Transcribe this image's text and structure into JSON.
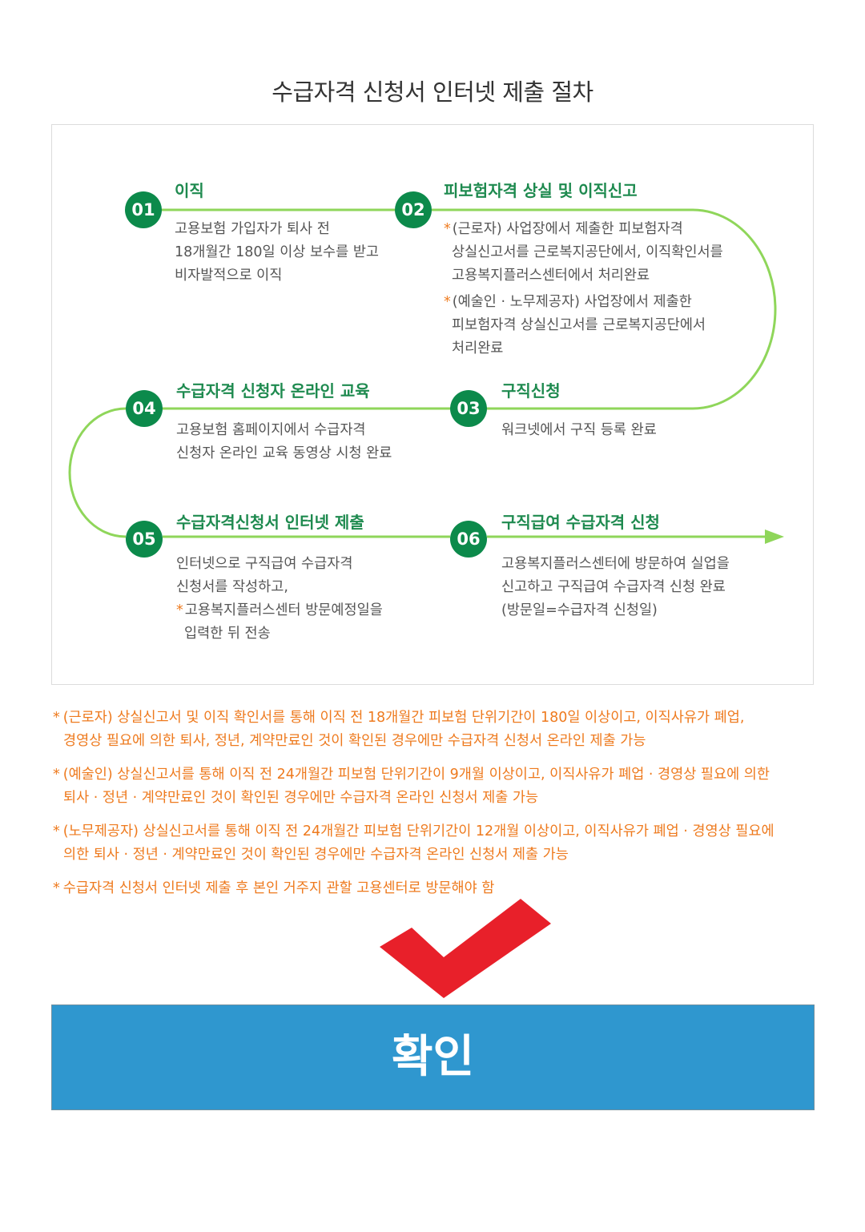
{
  "page_title": "수급자격 신청서 인터넷 제출 절차",
  "steps": [
    {
      "num": "01",
      "title": "이직",
      "lines": [
        "고용보험 가입자가 퇴사 전",
        "18개월간 180일 이상 보수를 받고",
        "비자발적으로 이직"
      ]
    },
    {
      "num": "02",
      "title": "피보험자격 상실 및 이직신고",
      "lines": [
        "(근로자) 사업장에서 제출한 피보험자격",
        "상실신고서를 근로복지공단에서, 이직확인서를",
        "고용복지플러스센터에서 처리완료",
        "(예술인 · 노무제공자) 사업장에서 제출한",
        "피보험자격 상실신고서를 근로복지공단에서",
        "처리완료"
      ]
    },
    {
      "num": "03",
      "title": "구직신청",
      "lines": [
        "워크넷에서 구직 등록 완료"
      ]
    },
    {
      "num": "04",
      "title": "수급자격 신청자 온라인 교육",
      "lines": [
        "고용보험 홈페이지에서 수급자격",
        "신청자 온라인 교육 동영상 시청 완료"
      ]
    },
    {
      "num": "05",
      "title": "수급자격신청서 인터넷 제출",
      "lines": [
        "인터넷으로 구직급여 수급자격",
        "신청서를 작성하고,",
        "고용복지플러스센터 방문예정일을",
        "입력한 뒤 전송"
      ]
    },
    {
      "num": "06",
      "title": "구직급여 수급자격 신청",
      "lines": [
        "고용복지플러스센터에 방문하여 실업을",
        "신고하고 구직급여 수급자격 신청 완료",
        "(방문일=수급자격 신청일)"
      ]
    }
  ],
  "notes": [
    {
      "l1": "(근로자) 상실신고서 및 이직 확인서를 통해 이직 전 18개월간 피보험 단위기간이 180일 이상이고, 이직사유가 폐업,",
      "l2": "경영상 필요에 의한 퇴사, 정년, 계약만료인 것이 확인된 경우에만 수급자격 신청서 온라인 제출 가능"
    },
    {
      "l1": "(예술인) 상실신고서를 통해 이직 전 24개월간 피보험 단위기간이 9개월 이상이고, 이직사유가 폐업 · 경영상 필요에 의한",
      "l2": "퇴사 · 정년 · 계약만료인 것이 확인된 경우에만 수급자격 온라인 신청서 제출 가능"
    },
    {
      "l1": "(노무제공자) 상실신고서를 통해 이직 전 24개월간 피보험 단위기간이 12개월 이상이고, 이직사유가 폐업 · 경영상 필요에",
      "l2": "의한 퇴사 · 정년 · 계약만료인 것이 확인된 경우에만 수급자격 온라인 신청서 제출 가능"
    },
    {
      "l1": "수급자격 신청서 인터넷 제출 후 본인 거주지 관할 고용센터로 방문해야 함",
      "l2": ""
    }
  ],
  "star_glyph": "*",
  "confirm_label": "확인",
  "colors": {
    "green": "#0c8a4b",
    "line": "#8fd65a",
    "orange": "#ee7a1e",
    "button": "#2f97cf",
    "check": "#e8202a"
  },
  "icons": {
    "check": "red-checkmark-icon"
  }
}
